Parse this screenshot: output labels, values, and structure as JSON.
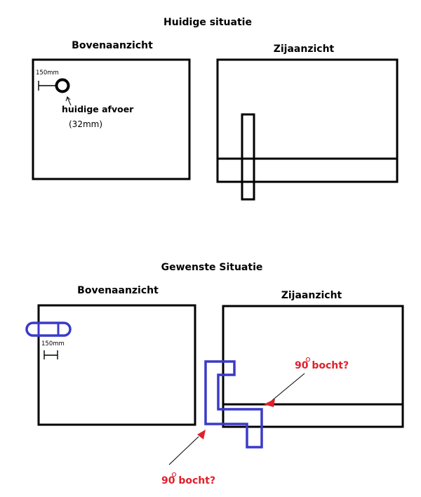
{
  "colors": {
    "outline": "#000000",
    "pipe_new": "#3a3ac8",
    "annotation": "#e0202a"
  },
  "current_situation": {
    "title": "Huidige situatie",
    "top_view": {
      "title": "Bovenaanzicht",
      "dimension_label": "150mm",
      "drain_label": "huidige afvoer",
      "drain_size": "(32mm)"
    },
    "side_view": {
      "title": "Zijaanzicht"
    }
  },
  "desired_situation": {
    "title": "Gewenste Situatie",
    "top_view": {
      "title": "Bovenaanzicht",
      "dimension_label": "150mm"
    },
    "side_view": {
      "title": "Zijaanzicht"
    },
    "annotation_side": "90 bocht?",
    "annotation_bottom": "90 bocht?"
  }
}
